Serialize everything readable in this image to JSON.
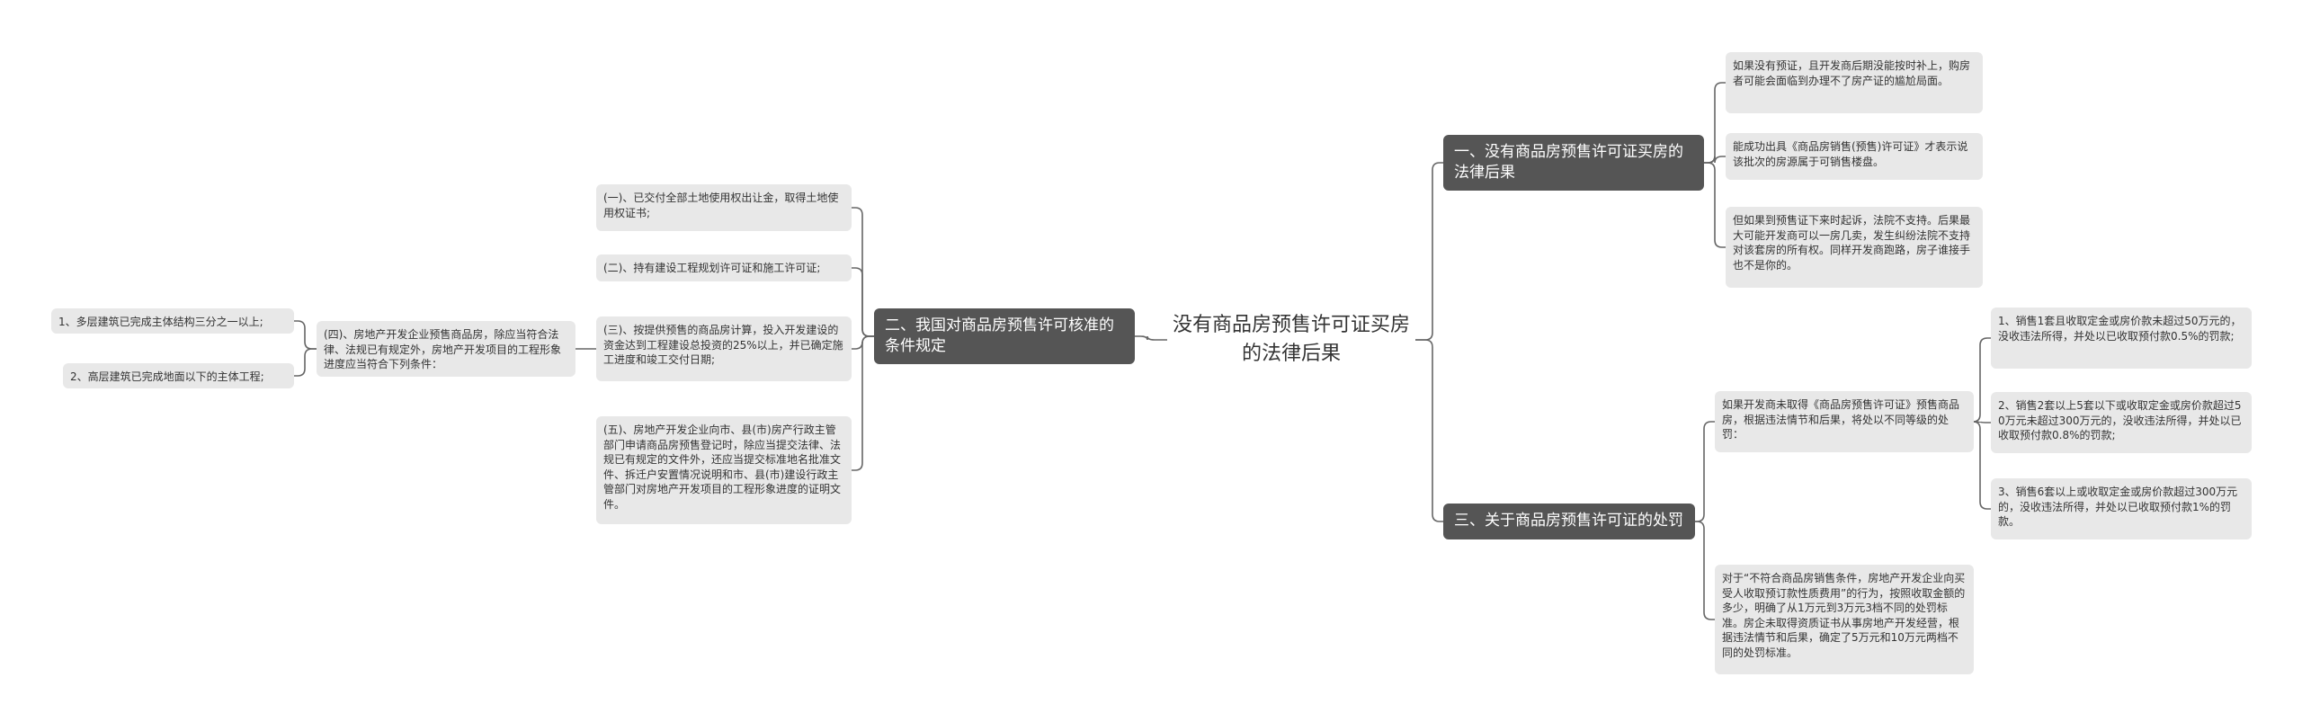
{
  "root": {
    "title": "没有商品房预售许可证买房的法律后果"
  },
  "branches": {
    "b1": {
      "label": "一、没有商品房预售许可证买房的法律后果",
      "items": [
        "如果没有预证，且开发商后期没能按时补上，购房者可能会面临到办理不了房产证的尴尬局面。",
        "能成功出具《商品房销售(预售)许可证》才表示说该批次的房源属于可销售楼盘。",
        "但如果到预售证下来时起诉，法院不支持。后果最大可能开发商可以一房几卖，发生纠纷法院不支持对该套房的所有权。同样开发商跑路，房子谁接手也不是你的。"
      ]
    },
    "b2": {
      "label": "二、我国对商品房预售许可核准的条件规定",
      "items": [
        "(一)、已交付全部土地使用权出让金，取得土地使用权证书;",
        "(二)、持有建设工程规划许可证和施工许可证;",
        "(三)、按提供预售的商品房计算，投入开发建设的资金达到工程建设总投资的25%以上，并已确定施工进度和竣工交付日期;",
        "(五)、房地产开发企业向市、县(市)房产行政主管部门申请商品房预售登记时，除应当提交法律、法规已有规定的文件外，还应当提交标准地名批准文件、拆迁户安置情况说明和市、县(市)建设行政主管部门对房地产开发项目的工程形象进度的证明文件。"
      ],
      "sub": {
        "label": "(四)、房地产开发企业预售商品房，除应当符合法律、法规已有规定外，房地产开发项目的工程形象进度应当符合下列条件：",
        "items": [
          "1、多层建筑已完成主体结构三分之一以上;",
          "2、高层建筑已完成地面以下的主体工程;"
        ]
      }
    },
    "b3": {
      "label": "三、关于商品房预售许可证的处罚",
      "items": [
        "如果开发商未取得《商品房预售许可证》预售商品房，根据违法情节和后果，将处以不同等级的处罚：",
        "对于“不符合商品房销售条件，房地产开发企业向买受人收取预订款性质费用”的行为，按照收取金额的多少，明确了从1万元到3万元3档不同的处罚标准。房企未取得资质证书从事房地产开发经营，根据违法情节和后果，确定了5万元和10万元两档不同的处罚标准。"
      ],
      "penalties": [
        "1、销售1套且收取定金或房价款未超过50万元的，没收违法所得，并处以已收取预付款0.5%的罚款;",
        "2、销售2套以上5套以下或收取定金或房价款超过50万元未超过300万元的，没收违法所得，并处以已收取预付款0.8%的罚款;",
        "3、销售6套以上或收取定金或房价款超过300万元的，没收违法所得，并处以已收取预付款1%的罚款。"
      ]
    }
  },
  "colors": {
    "branch_bg": "#555555",
    "leaf_bg": "#e8e8e8",
    "connector": "#666666",
    "root_text": "#333333"
  }
}
